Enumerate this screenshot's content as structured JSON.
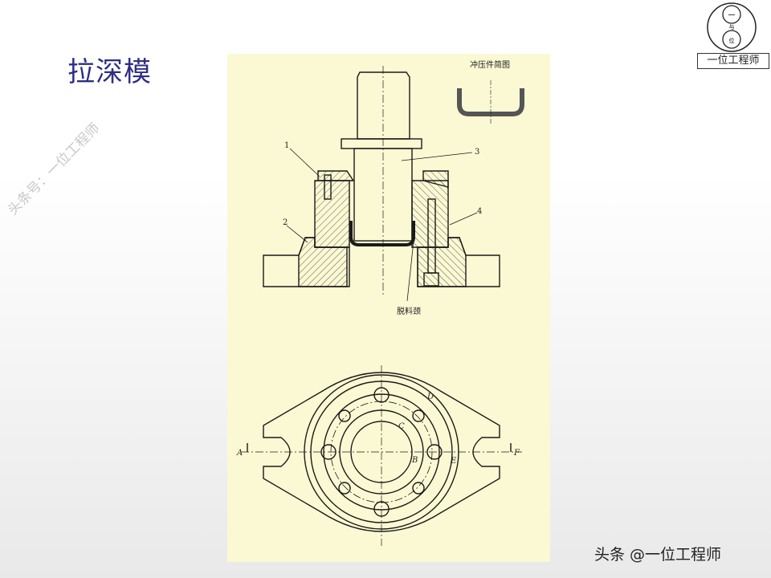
{
  "slide": {
    "title": "拉深模",
    "watermark": "头条号：一位工程师",
    "logo": {
      "text": "一位工程师",
      "glyphs": [
        "一",
        "与",
        "位"
      ]
    },
    "footer": "头条 @一位工程师"
  },
  "drawing": {
    "section_view": {
      "part_sketch_label": "冲压件简图",
      "callouts": [
        "1",
        "2",
        "3",
        "4"
      ],
      "neck_label": "脱料颈"
    },
    "plan_view": {
      "letters": [
        "A",
        "F",
        "B",
        "C",
        "D",
        "E"
      ]
    },
    "colors": {
      "background": "#fbf9d3",
      "line": "#1a1a1a",
      "title": "#2e2e85"
    }
  }
}
